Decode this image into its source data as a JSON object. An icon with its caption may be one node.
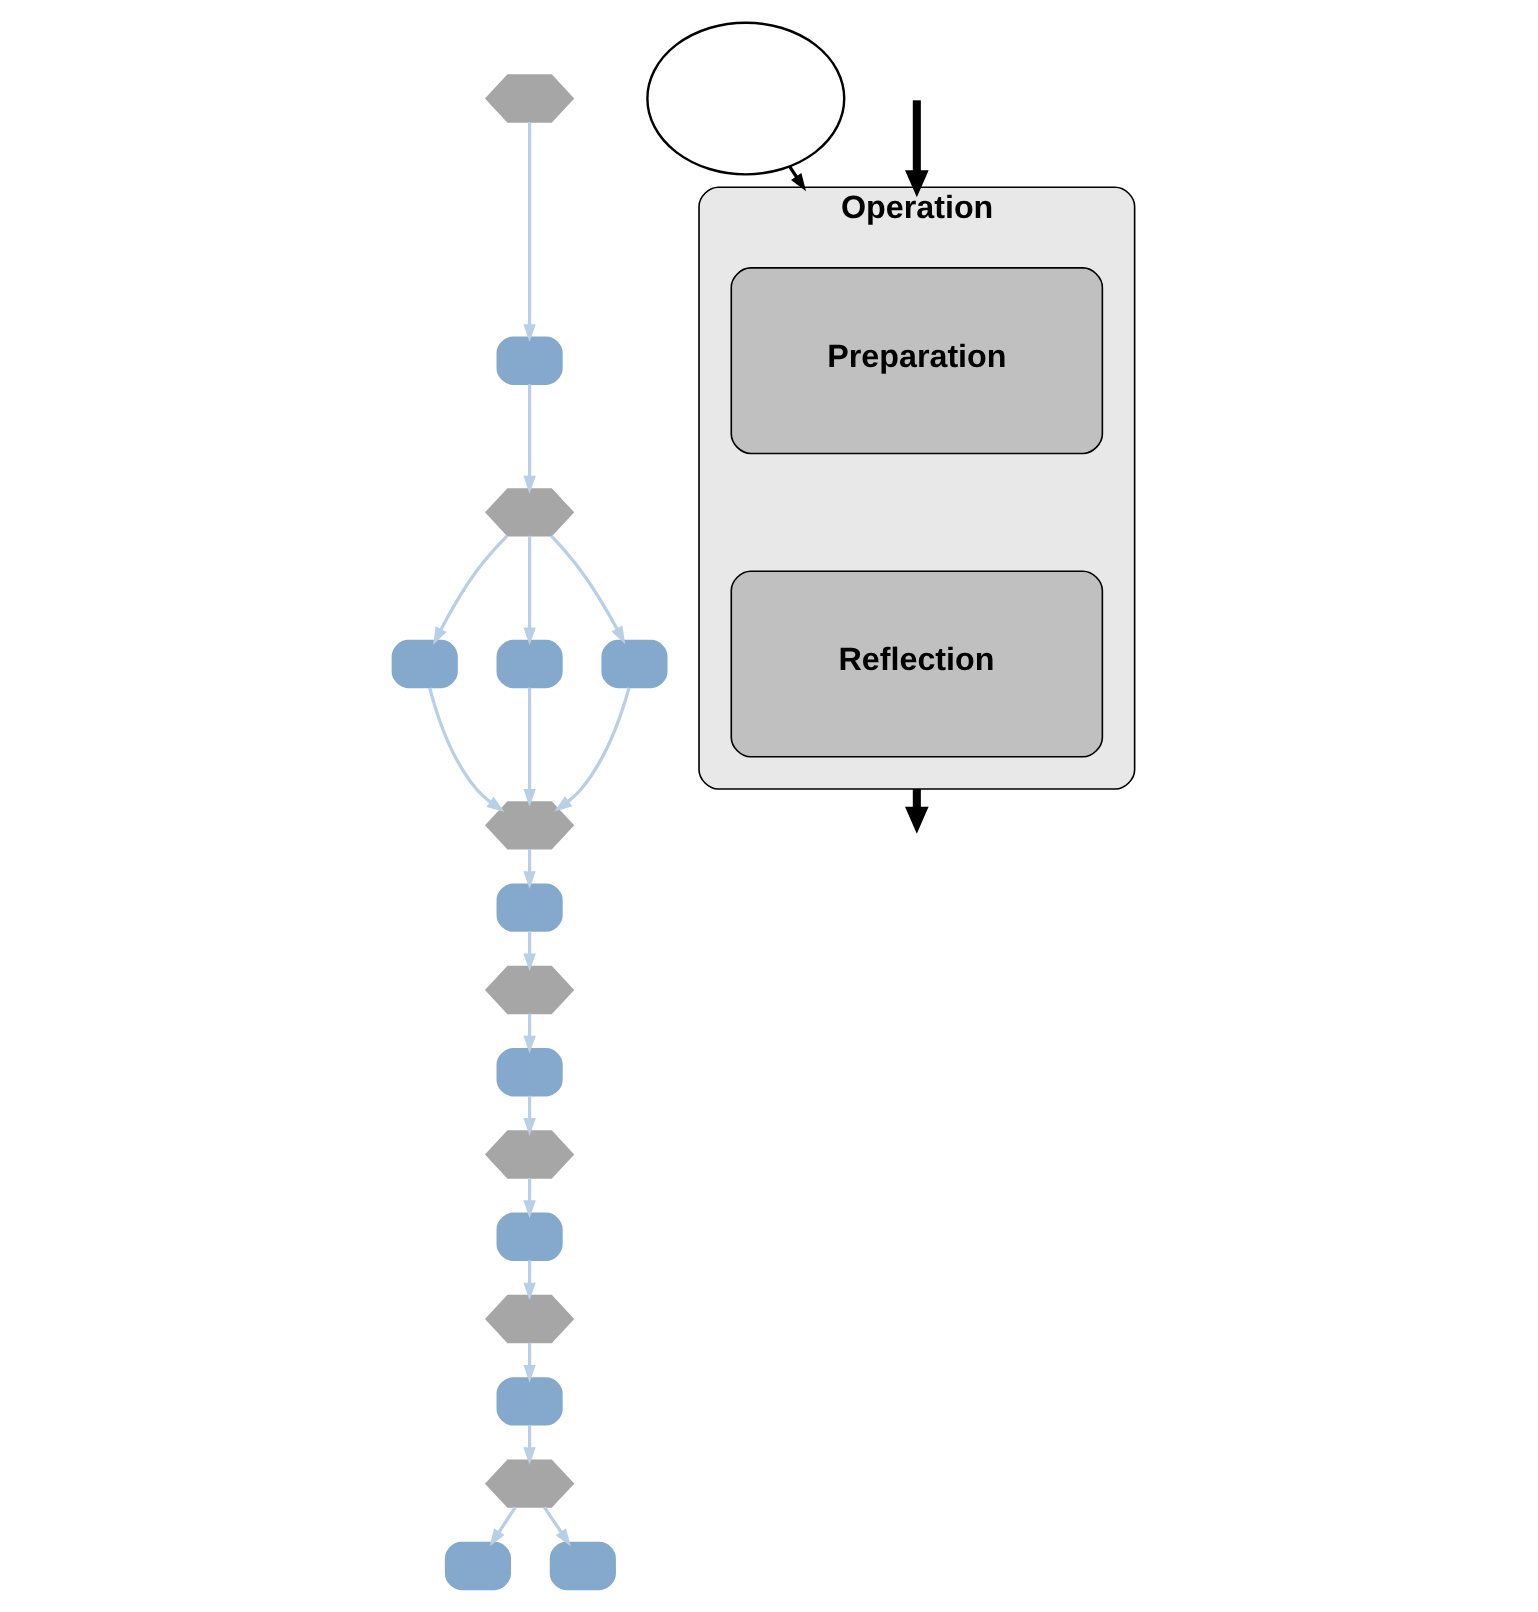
{
  "diagram": {
    "nodes": [
      {
        "text": [],
        "shape": "hexagon"
      },
      {
        "text": [],
        "shape": "box"
      },
      {
        "text": [],
        "shape": "hexagon"
      },
      {
        "text": [],
        "shape": "box"
      },
      {
        "text": [],
        "shape": "box"
      },
      {
        "text": [],
        "shape": "box"
      },
      {
        "text": [],
        "shape": "hexagon"
      },
      {
        "text": [],
        "shape": "box"
      },
      {
        "text": [],
        "shape": "hexagon"
      },
      {
        "text": [],
        "shape": "box"
      },
      {
        "text": [],
        "shape": "hexagon"
      },
      {
        "text": [],
        "shape": "box"
      },
      {
        "text": [],
        "shape": "hexagon"
      },
      {
        "text": [],
        "shape": "box"
      },
      {
        "text": [],
        "shape": "hexagon"
      },
      {
        "text": [],
        "shape": "box"
      },
      {
        "text": [],
        "shape": "box"
      },
      {
        "text": [],
        "shape": "ellipse"
      },
      {
        "text": [
          "Operation"
        ]
      },
      {
        "text": [
          "Preparation"
        ],
        "in": 18
      },
      {
        "text": [
          "Reflection"
        ],
        "in": 18
      }
    ],
    "edges": [
      {
        "from": 0,
        "to": 1,
        "arrow": "to"
      },
      {
        "from": 1,
        "to": 2,
        "arrow": "to"
      },
      {
        "from": 2,
        "to": 3,
        "arrow": "to"
      },
      {
        "from": 2,
        "to": 4,
        "arrow": "to"
      },
      {
        "from": 2,
        "to": 5,
        "arrow": "to"
      },
      {
        "from": 3,
        "to": 6,
        "arrow": "to"
      },
      {
        "from": 4,
        "to": 6,
        "arrow": "to"
      },
      {
        "from": 5,
        "to": 6,
        "arrow": "to"
      },
      {
        "from": 6,
        "to": 7,
        "arrow": "to"
      },
      {
        "from": 7,
        "to": 8,
        "arrow": "to"
      },
      {
        "from": 8,
        "to": 9,
        "arrow": "to"
      },
      {
        "from": 9,
        "to": 10,
        "arrow": "to"
      },
      {
        "from": 10,
        "to": 11,
        "arrow": "to"
      },
      {
        "from": 11,
        "to": 12,
        "arrow": "to"
      },
      {
        "from": 12,
        "to": 13,
        "arrow": "to"
      },
      {
        "from": 13,
        "to": 14,
        "arrow": "to"
      },
      {
        "from": 14,
        "to": 15,
        "arrow": "to"
      },
      {
        "from": 14,
        "to": 16,
        "arrow": "to"
      },
      {
        "from": 17,
        "to": 18,
        "arrow": "to",
        "color": "#000000"
      },
      {
        "from": null,
        "to": 18,
        "arrow": "to",
        "style": "thick",
        "color": "#000000"
      },
      {
        "from": 18,
        "to": null,
        "arrow": "to",
        "style": "thick",
        "color": "#000000"
      }
    ]
  }
}
